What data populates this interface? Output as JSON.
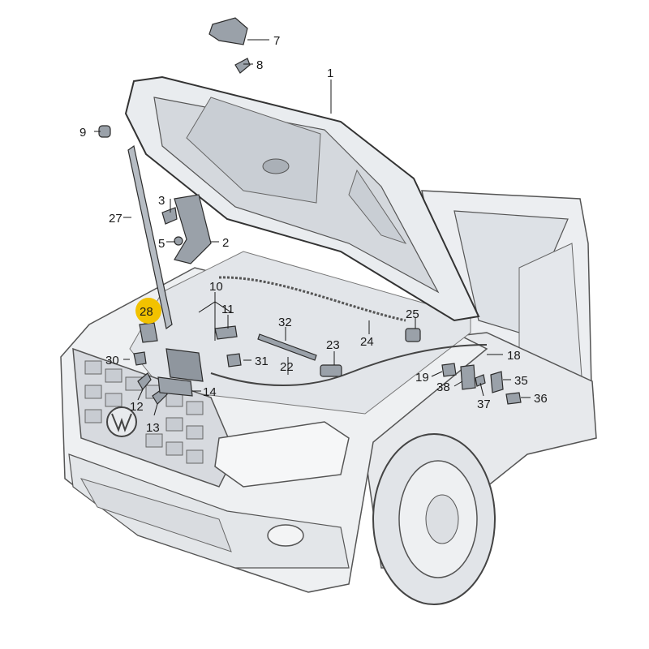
{
  "highlight_color": "#f2c200",
  "highlighted_part": "28",
  "callouts": [
    {
      "id": "1"
    },
    {
      "id": "2"
    },
    {
      "id": "3"
    },
    {
      "id": "5"
    },
    {
      "id": "7"
    },
    {
      "id": "8"
    },
    {
      "id": "9"
    },
    {
      "id": "10"
    },
    {
      "id": "11"
    },
    {
      "id": "12"
    },
    {
      "id": "13"
    },
    {
      "id": "14"
    },
    {
      "id": "18"
    },
    {
      "id": "19"
    },
    {
      "id": "22"
    },
    {
      "id": "23"
    },
    {
      "id": "24"
    },
    {
      "id": "25"
    },
    {
      "id": "27"
    },
    {
      "id": "28"
    },
    {
      "id": "30"
    },
    {
      "id": "31"
    },
    {
      "id": "32"
    },
    {
      "id": "35"
    },
    {
      "id": "36"
    },
    {
      "id": "37"
    },
    {
      "id": "38"
    }
  ]
}
